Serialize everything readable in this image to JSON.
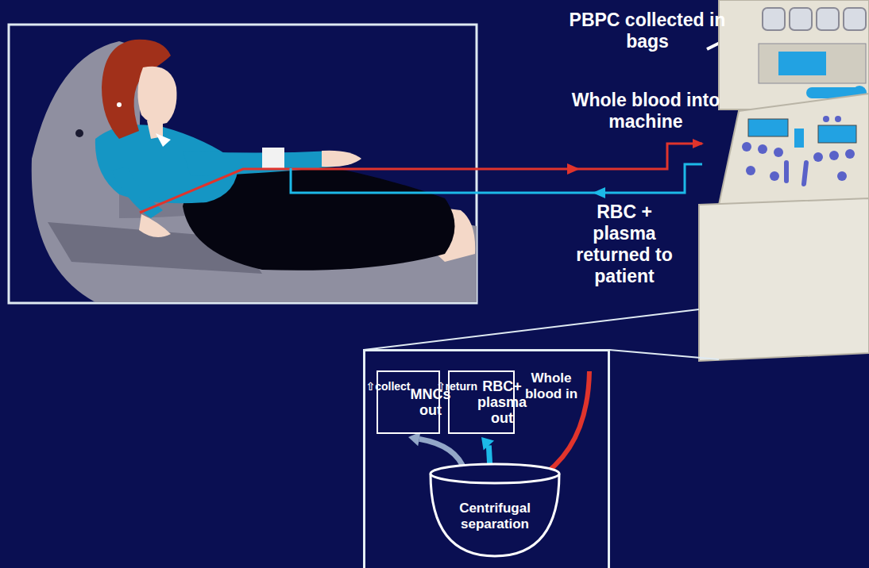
{
  "diagram": {
    "nodes": [
      {
        "text": [
          "Whole blood in"
        ]
      },
      {
        "text": [
          "⇧collect",
          "MNCs out"
        ],
        "in": 0
      },
      {
        "text": [
          "⇧return",
          "RBC+ plasma out"
        ],
        "in": 0
      },
      {
        "text": [
          "Centrifugal separation"
        ],
        "in": 0
      }
    ],
    "edges": [
      {
        "from": 3,
        "to": 1,
        "arrow": "to"
      },
      {
        "from": 3,
        "to": 2,
        "arrow": "to"
      }
    ],
    "labels": [
      "PBPC collected in bags",
      "Whole blood into machine",
      "RBC + plasma returned to patient"
    ]
  }
}
